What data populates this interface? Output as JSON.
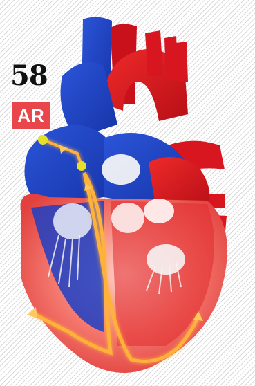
{
  "page_number": "58",
  "ar_badge": {
    "label": "AR",
    "color": "#e8464a"
  },
  "illustration": {
    "subject": "heart-conduction-system",
    "colors": {
      "oxygen_poor": "#1c3fc2",
      "oxygen_rich": "#d8141d",
      "myocardium": "#ee5454",
      "conduction_path": "#ffb23a",
      "node": "#e6df2a"
    }
  }
}
